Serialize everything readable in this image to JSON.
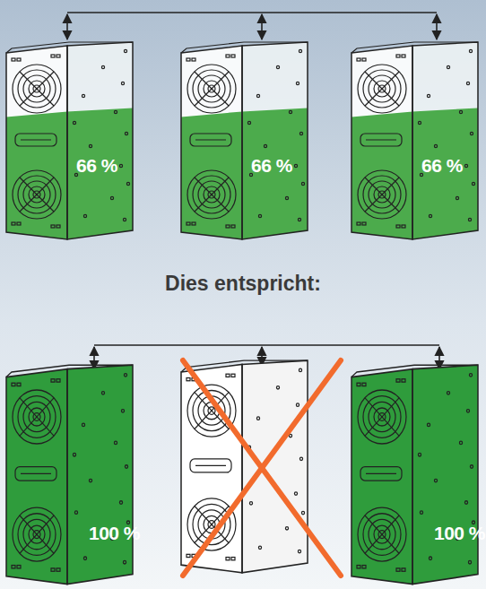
{
  "diagram": {
    "nodes": [
      {
        "text": [
          "66 %"
        ]
      },
      {
        "text": [
          "66 %"
        ]
      },
      {
        "text": [
          "66 %"
        ]
      },
      {
        "text": [
          "100 %"
        ]
      },
      {
        "text": [
          "100 %"
        ]
      }
    ],
    "labels": [
      "Dies entspricht:"
    ]
  }
}
